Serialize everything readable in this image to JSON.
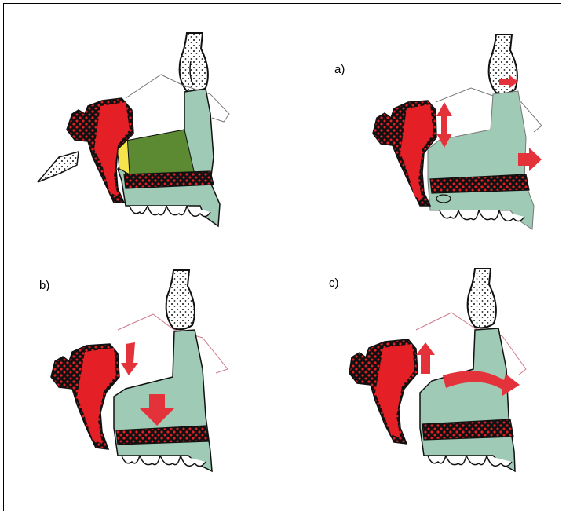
{
  "figure": {
    "panels": [
      {
        "id": "main",
        "label": ""
      },
      {
        "id": "a",
        "label": "a)"
      },
      {
        "id": "b",
        "label": "b)"
      },
      {
        "id": "c",
        "label": "c)"
      }
    ],
    "colors": {
      "sphenoid": "#e51f26",
      "maxilla": "#9fcbb6",
      "pterygoid_region": "#5c8a32",
      "palatine_region": "#f5e44b",
      "bone_outline": "#1a1a1a",
      "arrow": "#e4323b"
    }
  }
}
